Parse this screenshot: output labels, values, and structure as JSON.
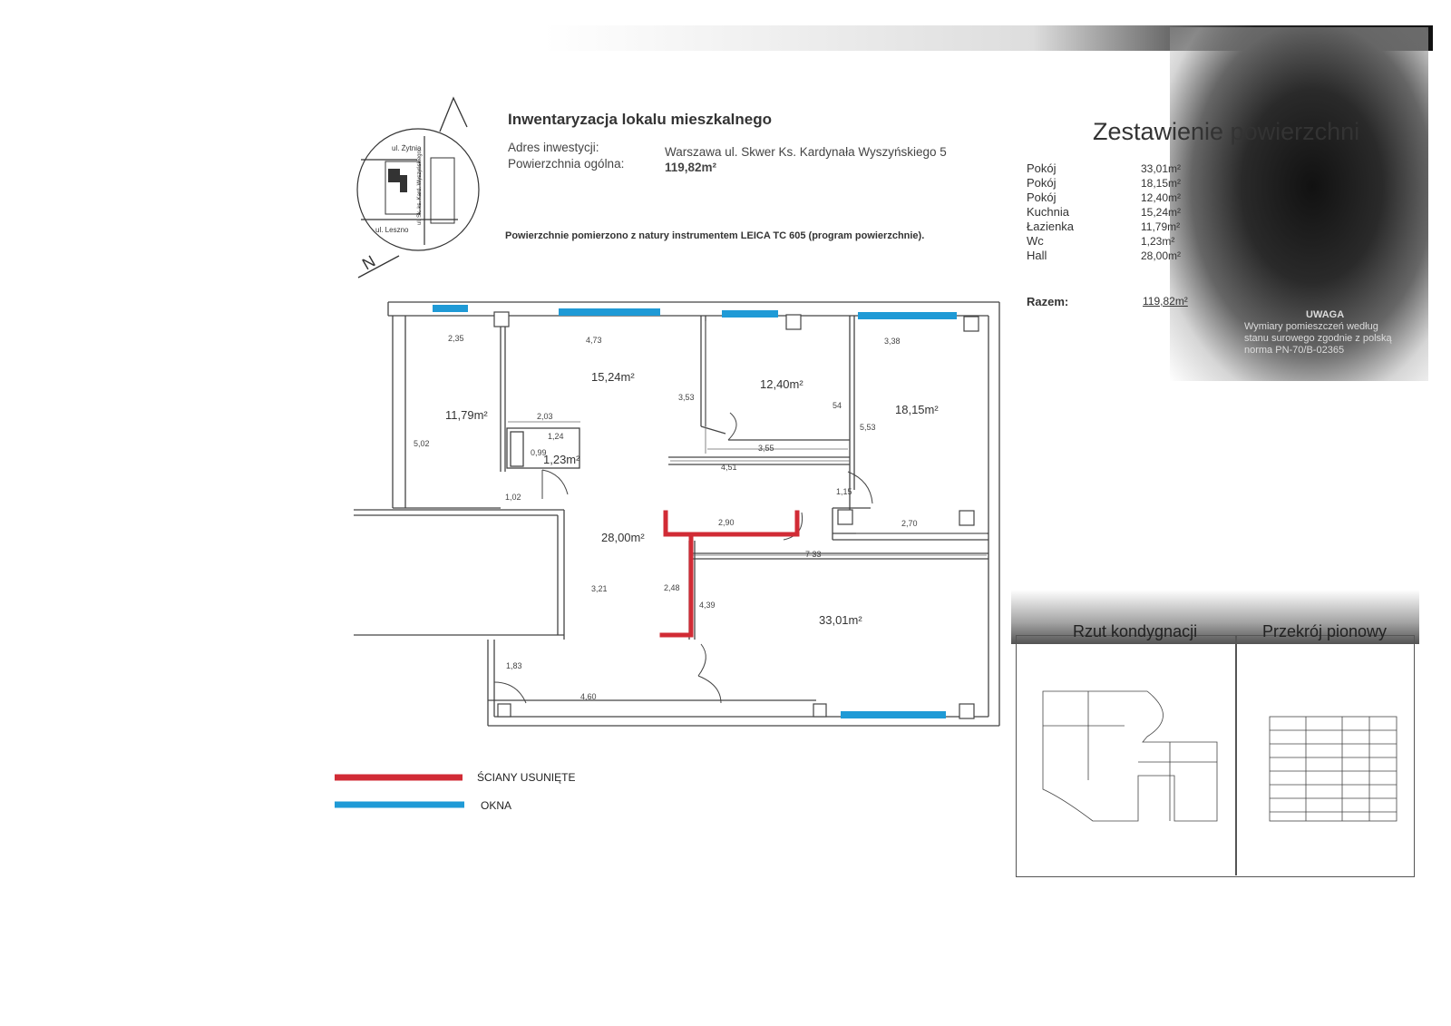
{
  "header": {
    "title": "Inwentaryzacja lokalu mieszkalnego",
    "address_label": "Adres inwestycji:",
    "address_value": "Warszawa ul. Skwer Ks. Kardynała Wyszyńskiego 5",
    "area_label": "Powierzchnia ogólna:",
    "area_value": "119,82m²",
    "measure_note": "Powierzchnie pomierzono z natury instrumentem LEICA TC 605  (program powierzchnie)."
  },
  "location_map": {
    "street_top": "ul. Żytnia",
    "street_bottom": "ul. Leszno",
    "street_side": "ul. Sk. ks. Kard. Wyszyńskiego",
    "north_label": "N"
  },
  "summary": {
    "title": "Zestawienie powierzchni",
    "rooms": [
      {
        "name": "Pokój",
        "area": "33,01m²"
      },
      {
        "name": "Pokój",
        "area": "18,15m²"
      },
      {
        "name": "Pokój",
        "area": "12,40m²"
      },
      {
        "name": "Kuchnia",
        "area": "15,24m²"
      },
      {
        "name": "Łazienka",
        "area": "11,79m²"
      },
      {
        "name": "Wc",
        "area": "1,23m²"
      },
      {
        "name": "Hall",
        "area": "28,00m²"
      }
    ],
    "total_label": "Razem:",
    "total_value": "119,82m²",
    "note_title": "UWAGA",
    "note_line1": "Wymiary pomieszczeń według",
    "note_line2": "stanu surowego zgodnie z polską",
    "note_line3": "norma PN-70/B-02365"
  },
  "plan": {
    "room_areas": {
      "bath": "11,79m²",
      "kitchen": "15,24m²",
      "room_mid": "12,40m²",
      "room_right": "18,15m²",
      "wc": "1,23m²",
      "hall": "28,00m²",
      "living": "33,01m²"
    },
    "dims": {
      "d_2_35": "2,35",
      "d_4_73": "4,73",
      "d_3_38": "3,38",
      "d_5_02": "5,02",
      "d_2_03": "2,03",
      "d_1_24": "1,24",
      "d_0_99": "0,99",
      "d_1_02": "1,02",
      "d_3_53": "3,53",
      "d_3_55": "3,55",
      "d_4_51": "4,51",
      "d_54": "54",
      "d_5_53": "5,53",
      "d_1_15": "1,15",
      "d_2_90": "2,90",
      "d_2_70": "2,70",
      "d_7_33": "7 33",
      "d_3_21": "3,21",
      "d_2_48": "2,48",
      "d_4_39": "4,39",
      "d_1_83": "1,83",
      "d_4_60": "4,60"
    }
  },
  "legend": {
    "removed_walls": "ŚCIANY USUNIĘTE",
    "windows": "OKNA",
    "removed_color": "#d12b35",
    "window_color": "#1f9ad6"
  },
  "thumbs": {
    "floor_label": "Rzut kondygnacji",
    "section_label": "Przekrój pionowy"
  }
}
